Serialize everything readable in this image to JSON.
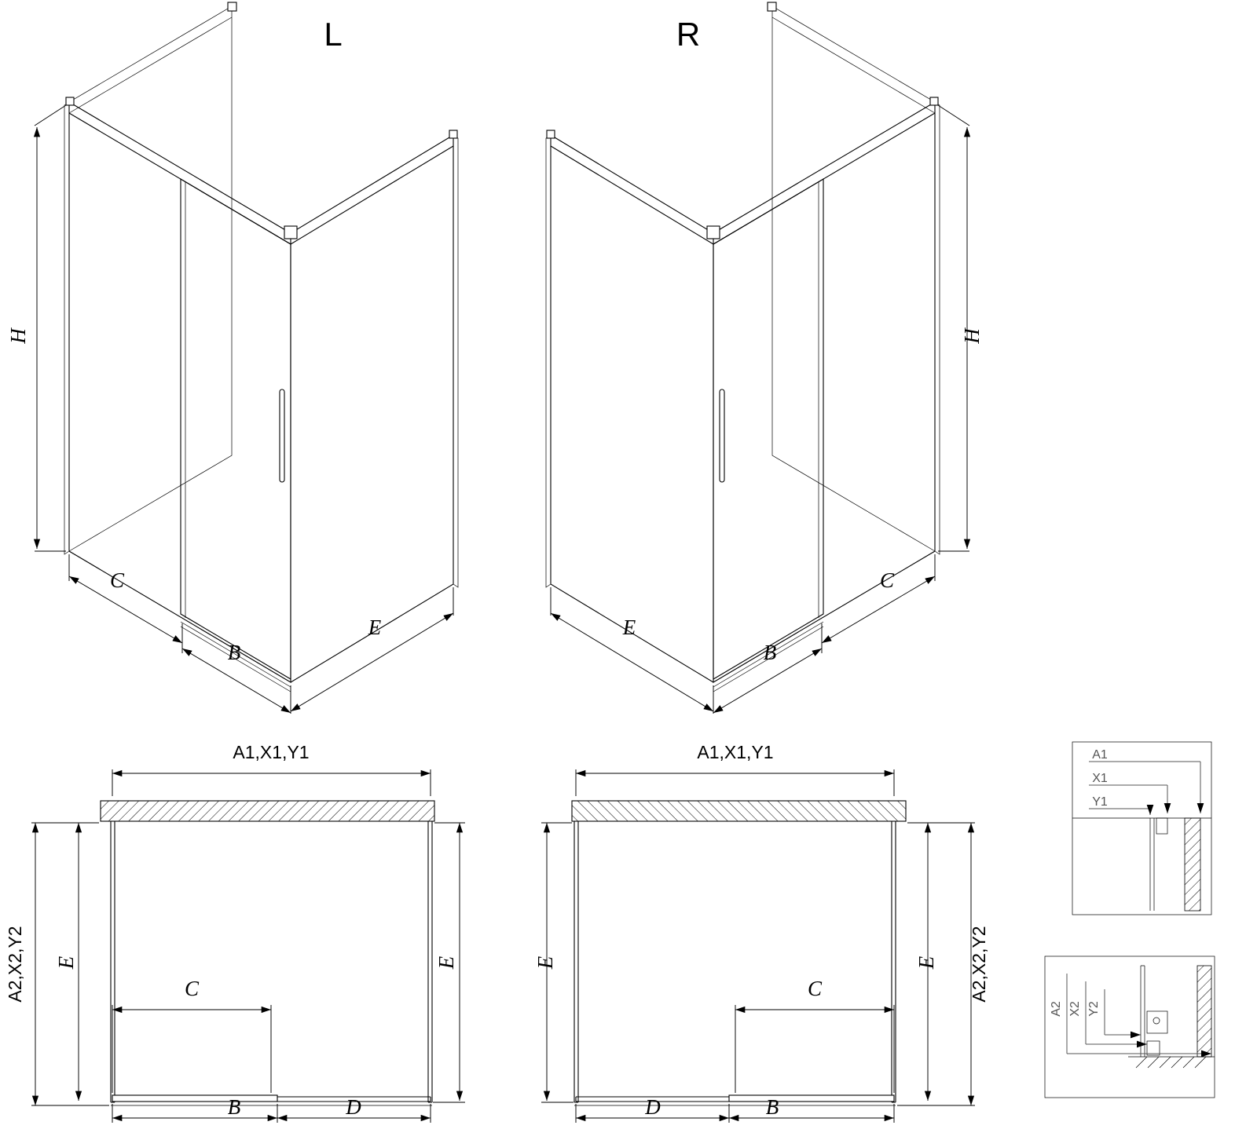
{
  "drawing": {
    "type": "shower-enclosure-technical-drawing",
    "iso_left": {
      "title": "L",
      "dim_h": "H",
      "dim_c": "C",
      "dim_b": "B",
      "dim_e": "E"
    },
    "iso_right": {
      "title": "R",
      "dim_h": "H",
      "dim_c": "C",
      "dim_b": "B",
      "dim_e": "E"
    },
    "plan_left": {
      "dim_top": "A1,X1,Y1",
      "dim_side": "A2,X2,Y2",
      "dim_e_left": "E",
      "dim_e_right": "E",
      "dim_c": "C",
      "dim_b": "B",
      "dim_d": "D"
    },
    "plan_right": {
      "dim_top": "A1,X1,Y1",
      "dim_side": "A2,X2,Y2",
      "dim_e_left": "E",
      "dim_e_right": "E",
      "dim_c": "C",
      "dim_b": "B",
      "dim_d": "D"
    },
    "detail_top": {
      "label_a1": "A1",
      "label_x1": "X1",
      "label_y1": "Y1"
    },
    "detail_bottom": {
      "label_a2": "A2",
      "label_x2": "X2",
      "label_y2": "Y2"
    },
    "colors": {
      "line": "#000000",
      "detail_label": "#555555",
      "background": "#ffffff"
    }
  }
}
